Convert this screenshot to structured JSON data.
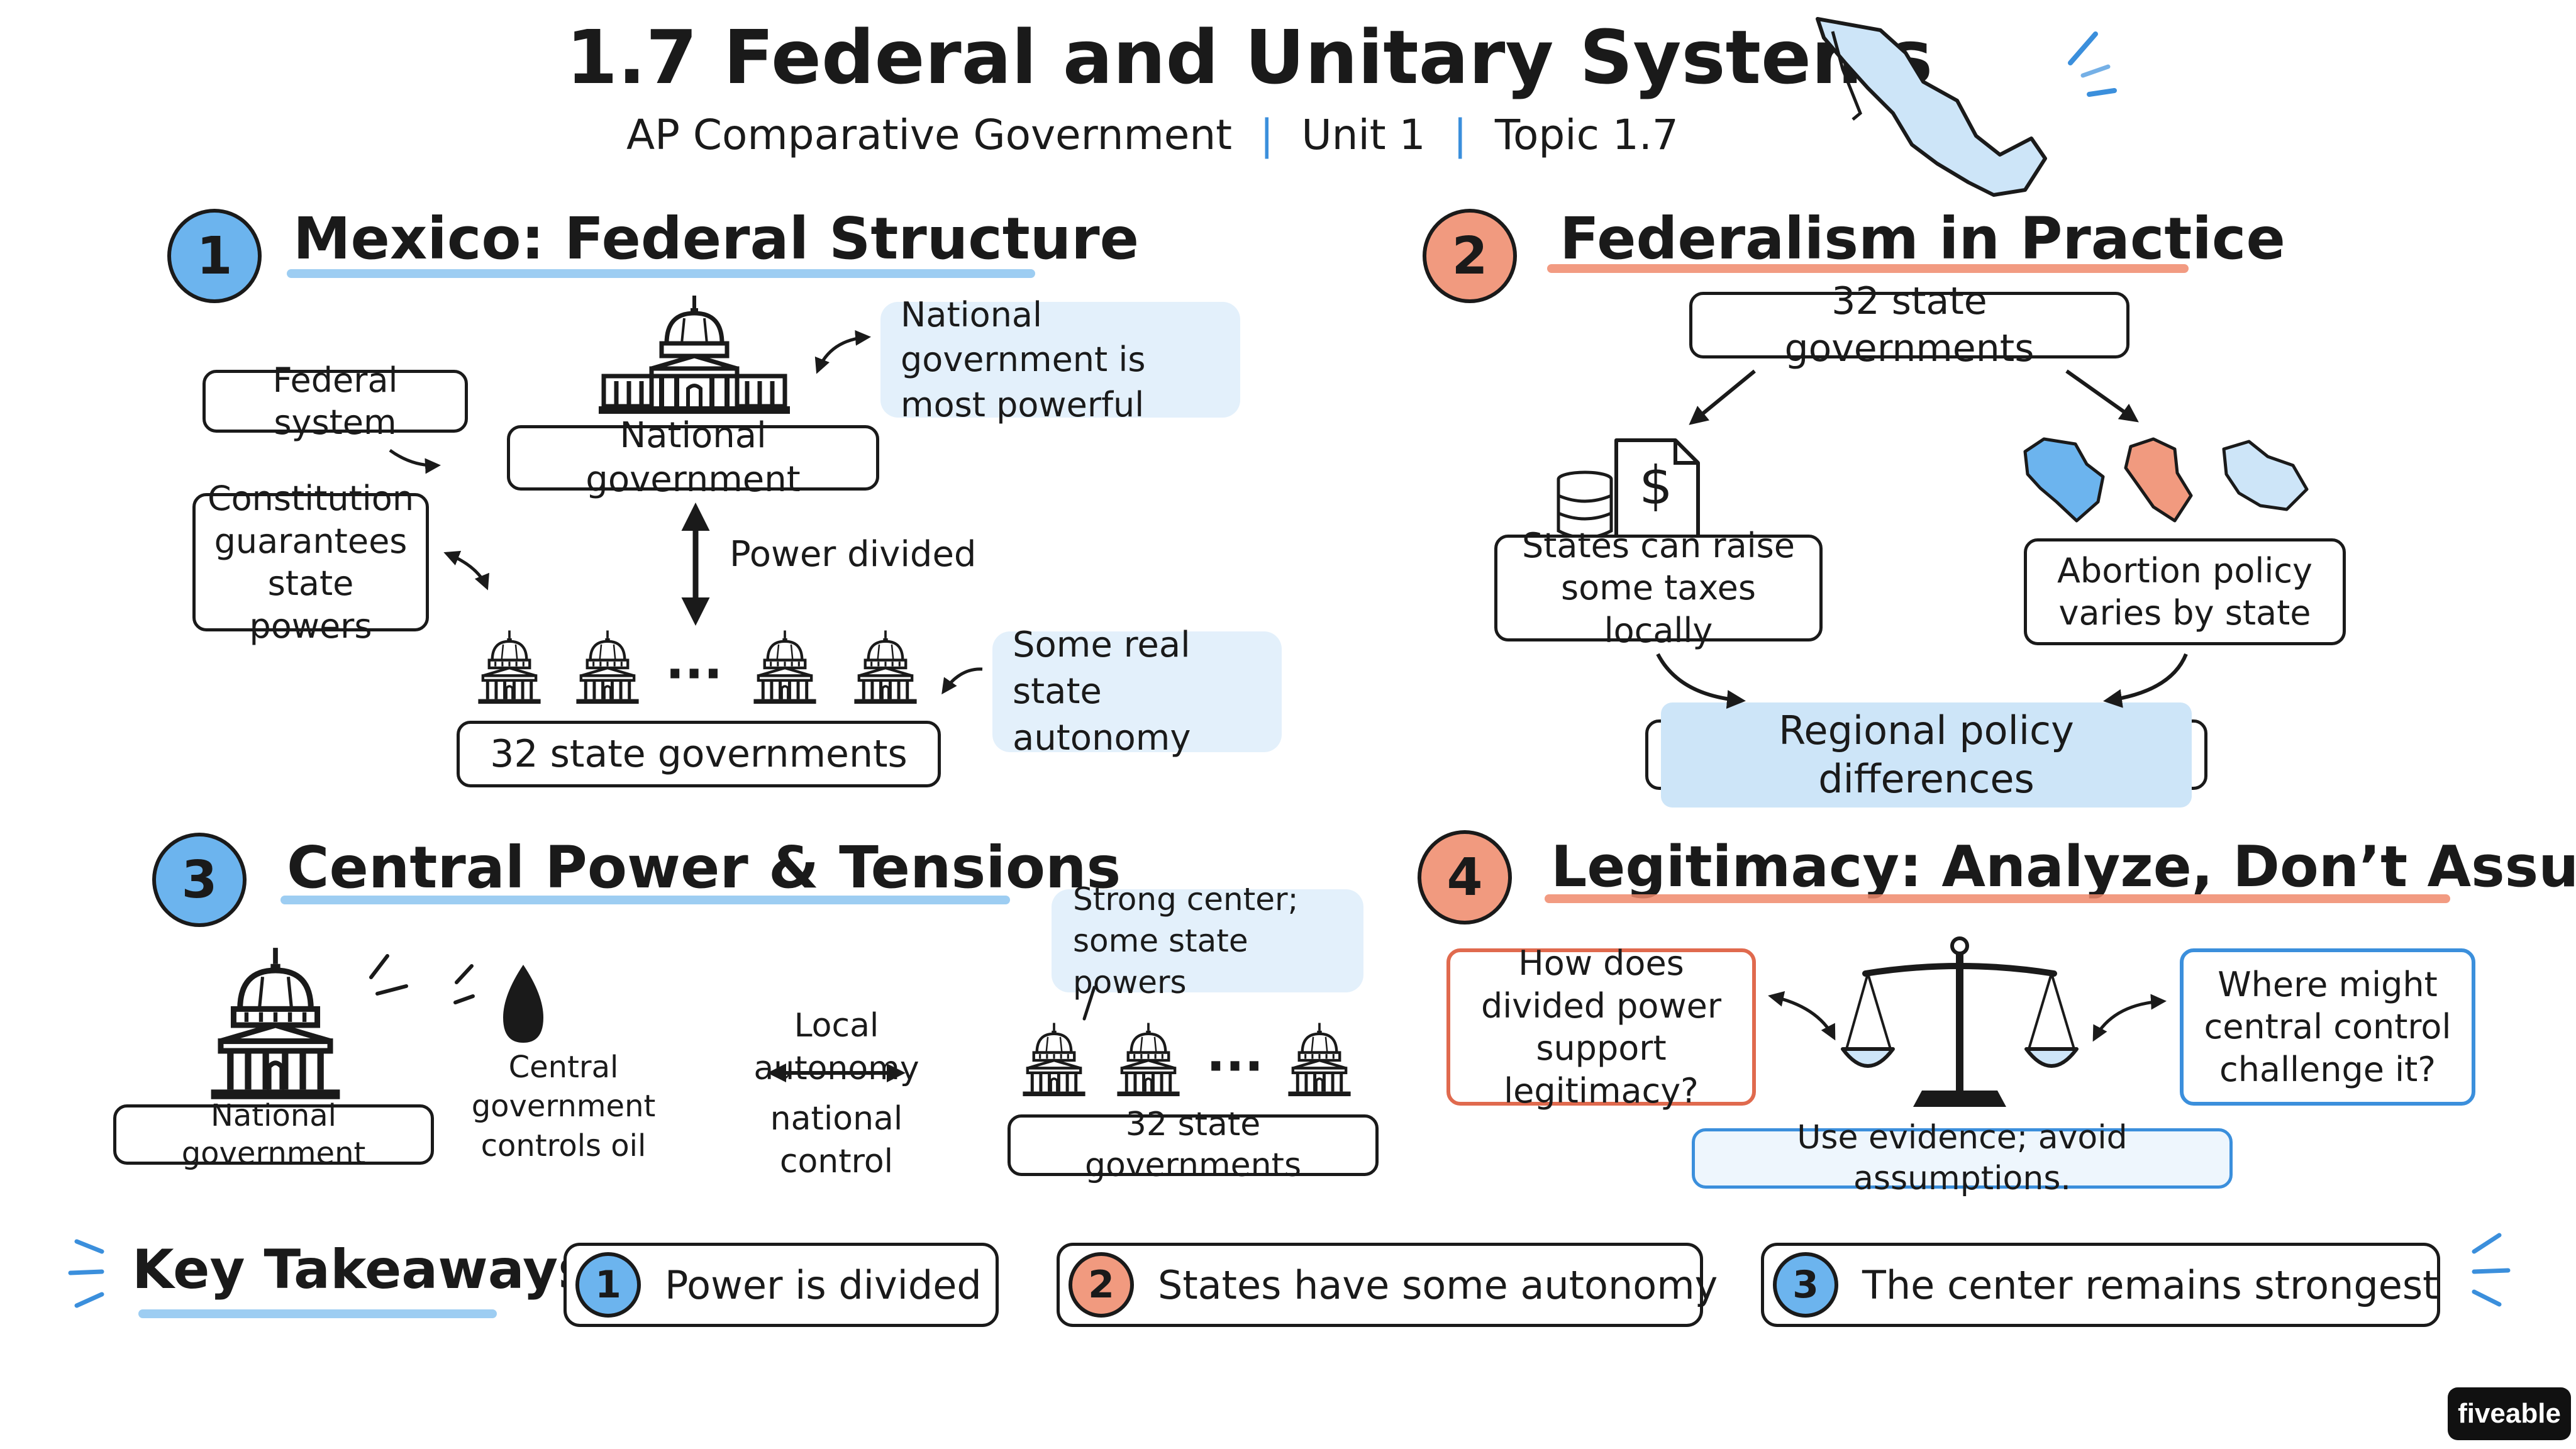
{
  "header": {
    "title": "1.7 Federal and Unitary Systems",
    "subtitle_course": "AP Comparative Government",
    "subtitle_sep1": "|",
    "subtitle_unit": "Unit 1",
    "subtitle_sep2": "|",
    "subtitle_topic": "Topic 1.7"
  },
  "section1": {
    "number": "1",
    "title": "Mexico: Federal Structure",
    "federal_system": "Federal system",
    "constitution": "Constitution guarantees state powers",
    "national_government": "National government",
    "note_national": "National government is most powerful",
    "power_divided": "Power divided",
    "ellipsis": "···",
    "state_governments": "32 state governments",
    "note_autonomy": "Some real state autonomy"
  },
  "section2": {
    "number": "2",
    "title": "Federalism in Practice",
    "state_governments": "32 state governments",
    "dollar": "$",
    "taxes": "States can raise some taxes locally",
    "abortion": "Abortion policy varies by state",
    "regional": "Regional policy differences"
  },
  "section3": {
    "number": "3",
    "title": "Central Power & Tensions",
    "national_government": "National government",
    "oil": "Central government controls oil",
    "local_autonomy": "Local autonomy",
    "national_control": "national control",
    "note_center": "Strong center; some state powers",
    "ellipsis": "···",
    "state_governments": "32 state governments"
  },
  "section4": {
    "number": "4",
    "title": "Legitimacy: Analyze, Don’t Assume",
    "question_left": "How does divided power support legitimacy?",
    "question_right": "Where might central control challenge it?",
    "evidence": "Use evidence; avoid assumptions."
  },
  "takeaways": {
    "label": "Key Takeaways:",
    "items": [
      {
        "number": "1",
        "text": "Power is divided"
      },
      {
        "number": "2",
        "text": "States have some autonomy"
      },
      {
        "number": "3",
        "text": "The center remains strongest"
      }
    ]
  },
  "brand": "fiveable",
  "colors": {
    "blue_accent": "#6cb4ee",
    "red_accent": "#f19a7f",
    "note_fill": "#e3f0fb",
    "ink": "#1a1a1a"
  },
  "icons": [
    "mexico-map-icon",
    "capitol-building-icon",
    "coin-stack-icon",
    "tax-document-icon",
    "state-map-icon",
    "oil-drop-icon",
    "scales-icon",
    "arrow-icon"
  ]
}
